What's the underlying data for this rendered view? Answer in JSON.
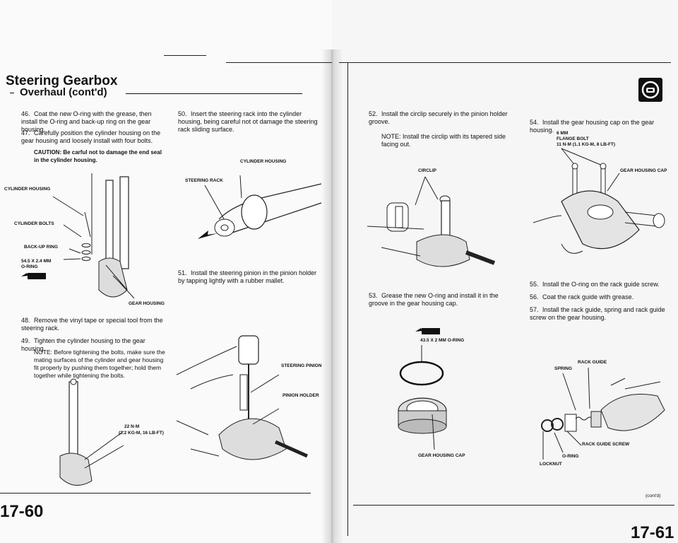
{
  "left_page": {
    "title": "Steering Gearbox",
    "subtitle": "Overhaul (cont'd)",
    "page_number": "17-60",
    "steps": [
      {
        "num": "46.",
        "text": "Coat the new O-ring with the grease, then install the O-ring and back-up ring on the gear housing."
      },
      {
        "num": "47.",
        "text": "Carefully position the cylinder housing on the gear housing and loosely install with four bolts."
      },
      {
        "num": "48.",
        "text": "Remove the vinyl tape or special tool from the steering rack."
      },
      {
        "num": "49.",
        "text": "Tighten the cylinder housing to the gear housing."
      },
      {
        "num": "50.",
        "text": "Insert the steering rack into the cylinder housing, being careful not ot damage the steering rack sliding surface."
      },
      {
        "num": "51.",
        "text": "Install the steering pinion in the pinion holder by tapping lightly with a rubber mallet."
      }
    ],
    "caution": "CAUTION: Be carful not to damage the end seal in the cylinder housing.",
    "note": "NOTE: Before tightening the bolts, make sure the mating surfaces of the cylinder and gear housing fit properly by pushing them together; hold them together while tightening the bolts.",
    "labels": {
      "cylinder_housing": "CYLINDER HOUSING",
      "cylinder_bolts": "CYLINDER BOLTS",
      "backup_ring": "BACK-UP RING",
      "oring_size": "54.5 x 2.4 mm",
      "oring": "O-RING",
      "gear_housing": "GEAR HOUSING",
      "torque1": "22 N·m",
      "torque2": "(2.2 kg-m, 16 lb-ft)",
      "cyl_housing2": "CYLINDER HOUSING",
      "steering_rack": "STEERING RACK",
      "steering_pinion": "STEERING PINION",
      "pinion_holder": "PINION HOLDER"
    }
  },
  "right_page": {
    "page_number": "17-61",
    "steps": [
      {
        "num": "52.",
        "text": "Install the circlip securely in the pinion holder groove."
      },
      {
        "num": "53.",
        "text": "Grease the new O-ring and install it in the groove in the gear housing cap."
      },
      {
        "num": "54.",
        "text": "Install the gear housing cap on the gear housing."
      },
      {
        "num": "55.",
        "text": "Install the O-ring on the rack guide screw."
      },
      {
        "num": "56.",
        "text": "Coat the rack guide with grease."
      },
      {
        "num": "57.",
        "text": "Install the rack guide, spring and rack guide screw on the gear housing."
      }
    ],
    "note": "NOTE: Install the circlip with its tapered side facing out.",
    "labels": {
      "circlip": "CIRCLIP",
      "oring_size": "43.5 x 2 mm O-RING",
      "gear_housing_cap": "GEAR HOUSING CAP",
      "bolt_size": "6 mm",
      "flange_bolt": "FLANGE BOLT",
      "bolt_torque": "11 N·m (1.1 kg-m, 8 lb-ft)",
      "gear_housing_cap2": "GEAR HOUSING CAP",
      "rack_guide": "RACK GUIDE",
      "spring": "SPRING",
      "rack_guide_screw": "RACK GUIDE SCREW",
      "oring": "O-RING",
      "locknut": "LOCKNUT",
      "contd": "(cont'd)"
    }
  }
}
